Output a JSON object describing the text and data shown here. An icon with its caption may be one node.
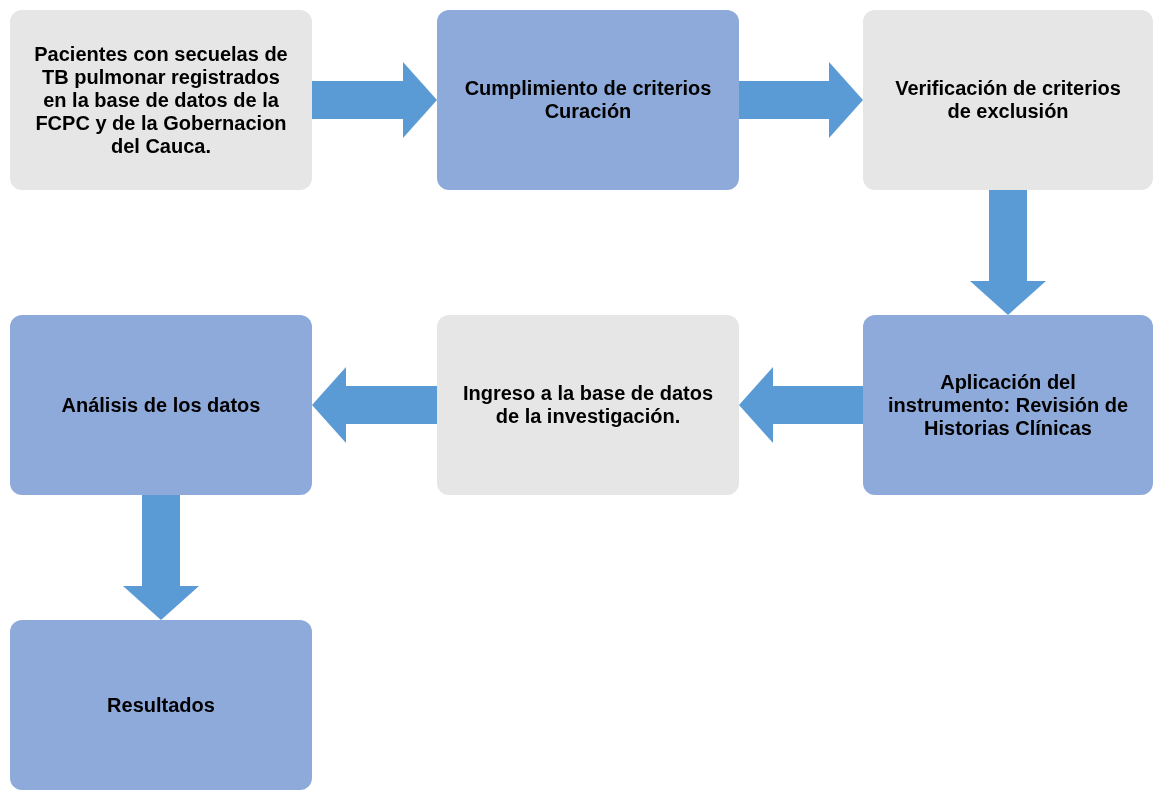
{
  "diagram": {
    "nodes": [
      {
        "text": [
          "Pacientes con secuelas de TB pulmonar registrados en la base de datos de la FCPC y de la Gobernacion del Cauca."
        ]
      },
      {
        "text": [
          "Cumplimiento de criterios Curación"
        ]
      },
      {
        "text": [
          "Verificación de criterios de exclusión"
        ]
      },
      {
        "text": [
          "Aplicación del instrumento: Revisión de Historias Clínicas"
        ]
      },
      {
        "text": [
          "Ingreso a la base de datos de la investigación."
        ]
      },
      {
        "text": [
          "Análisis de los datos"
        ]
      },
      {
        "text": [
          "Resultados"
        ]
      }
    ],
    "edges": [
      {
        "from": 0,
        "to": 1,
        "arrow": "to"
      },
      {
        "from": 1,
        "to": 2,
        "arrow": "to"
      },
      {
        "from": 2,
        "to": 3,
        "arrow": "to"
      },
      {
        "from": 3,
        "to": 4,
        "arrow": "to"
      },
      {
        "from": 4,
        "to": 5,
        "arrow": "to"
      },
      {
        "from": 5,
        "to": 6,
        "arrow": "to"
      }
    ]
  }
}
